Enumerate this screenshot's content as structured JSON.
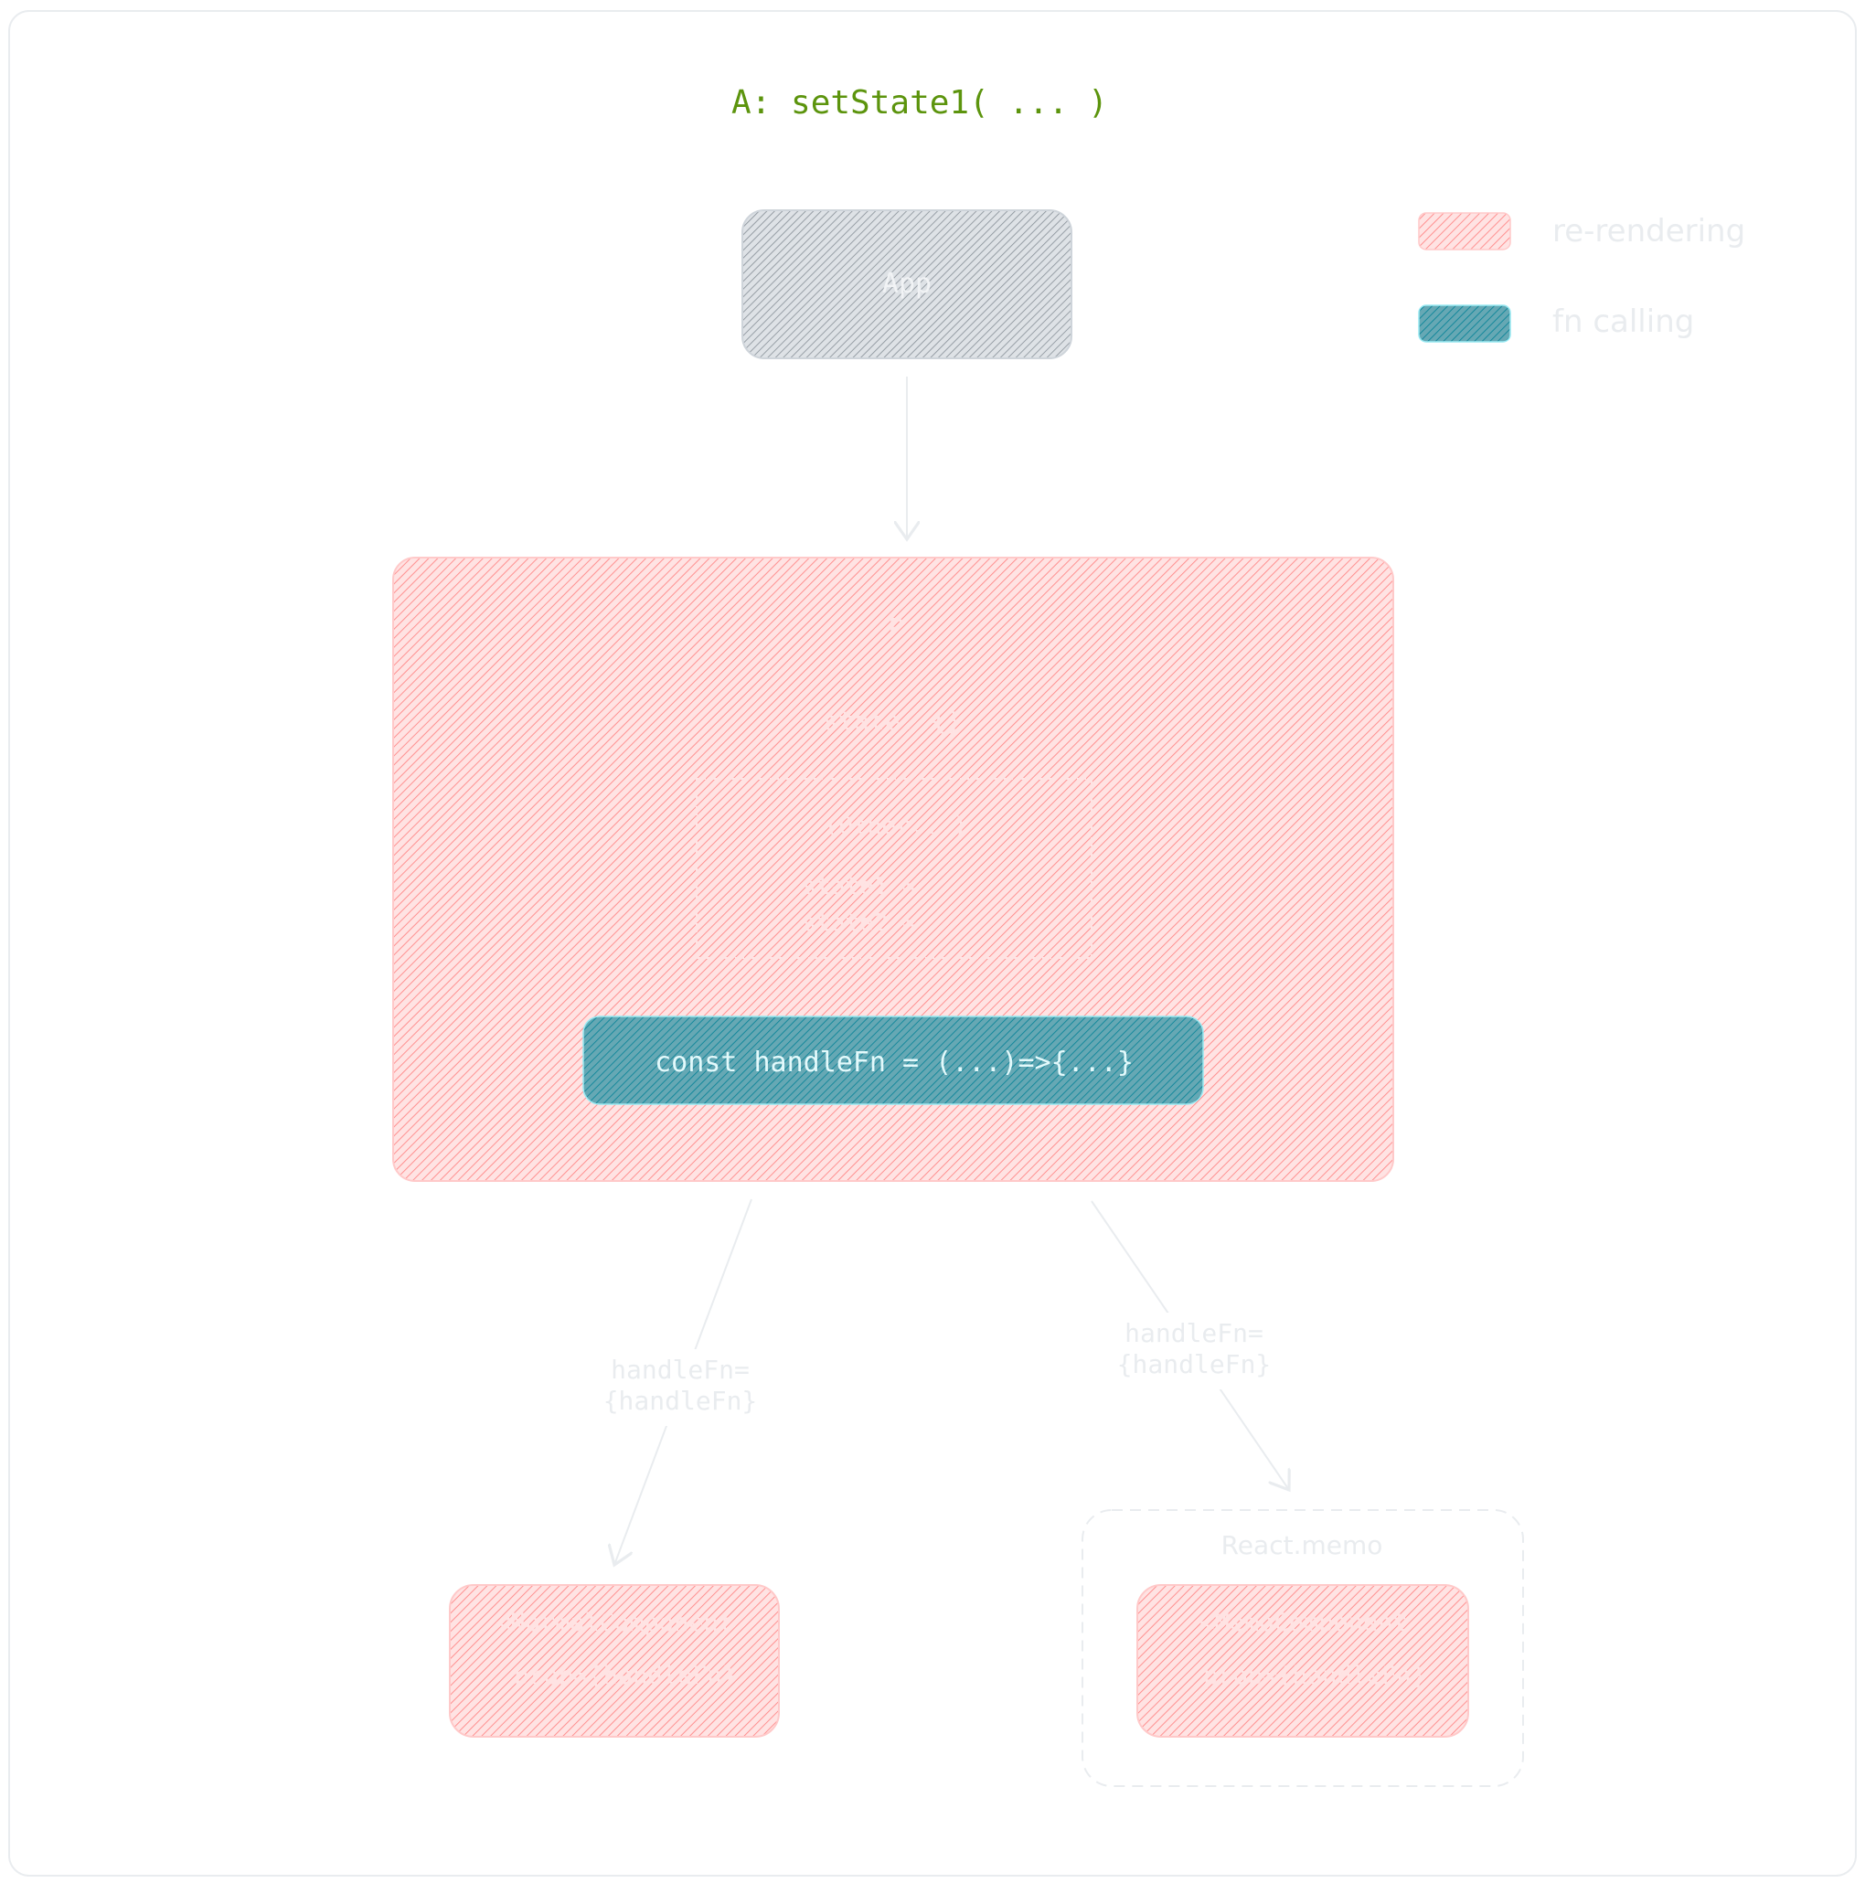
{
  "title": "A: setState1( ... )",
  "legend": {
    "rerender_label": "re-rendering",
    "fn_label": "fn calling"
  },
  "nodes": {
    "app": "App",
    "parent_name": "P",
    "parent_state": "state: {}",
    "inner_head": "(Other...)",
    "inner_line1": "state1 =",
    "inner_line2": "state2 =",
    "handle_fn": "const handleFn = (...)=>{...}",
    "left_child_line1": "<NormalComponent",
    "left_child_line2": "prop={handleFn}",
    "right_child_line1": "<MemoComponent",
    "right_child_line2": "prop={handleFn}",
    "memo_label": "React.memo"
  },
  "edges": {
    "left_label_line1": "handleFn=",
    "left_label_line2": "{handleFn}",
    "right_label_line1": "handleFn=",
    "right_label_line2": "{handleFn}"
  },
  "colors": {
    "title": "#5c940d",
    "rerender": "#ff8787",
    "fn": "#0c8599",
    "app": "#868e96",
    "faint_text": "#e9ecef",
    "frame": "#e9ecef"
  }
}
